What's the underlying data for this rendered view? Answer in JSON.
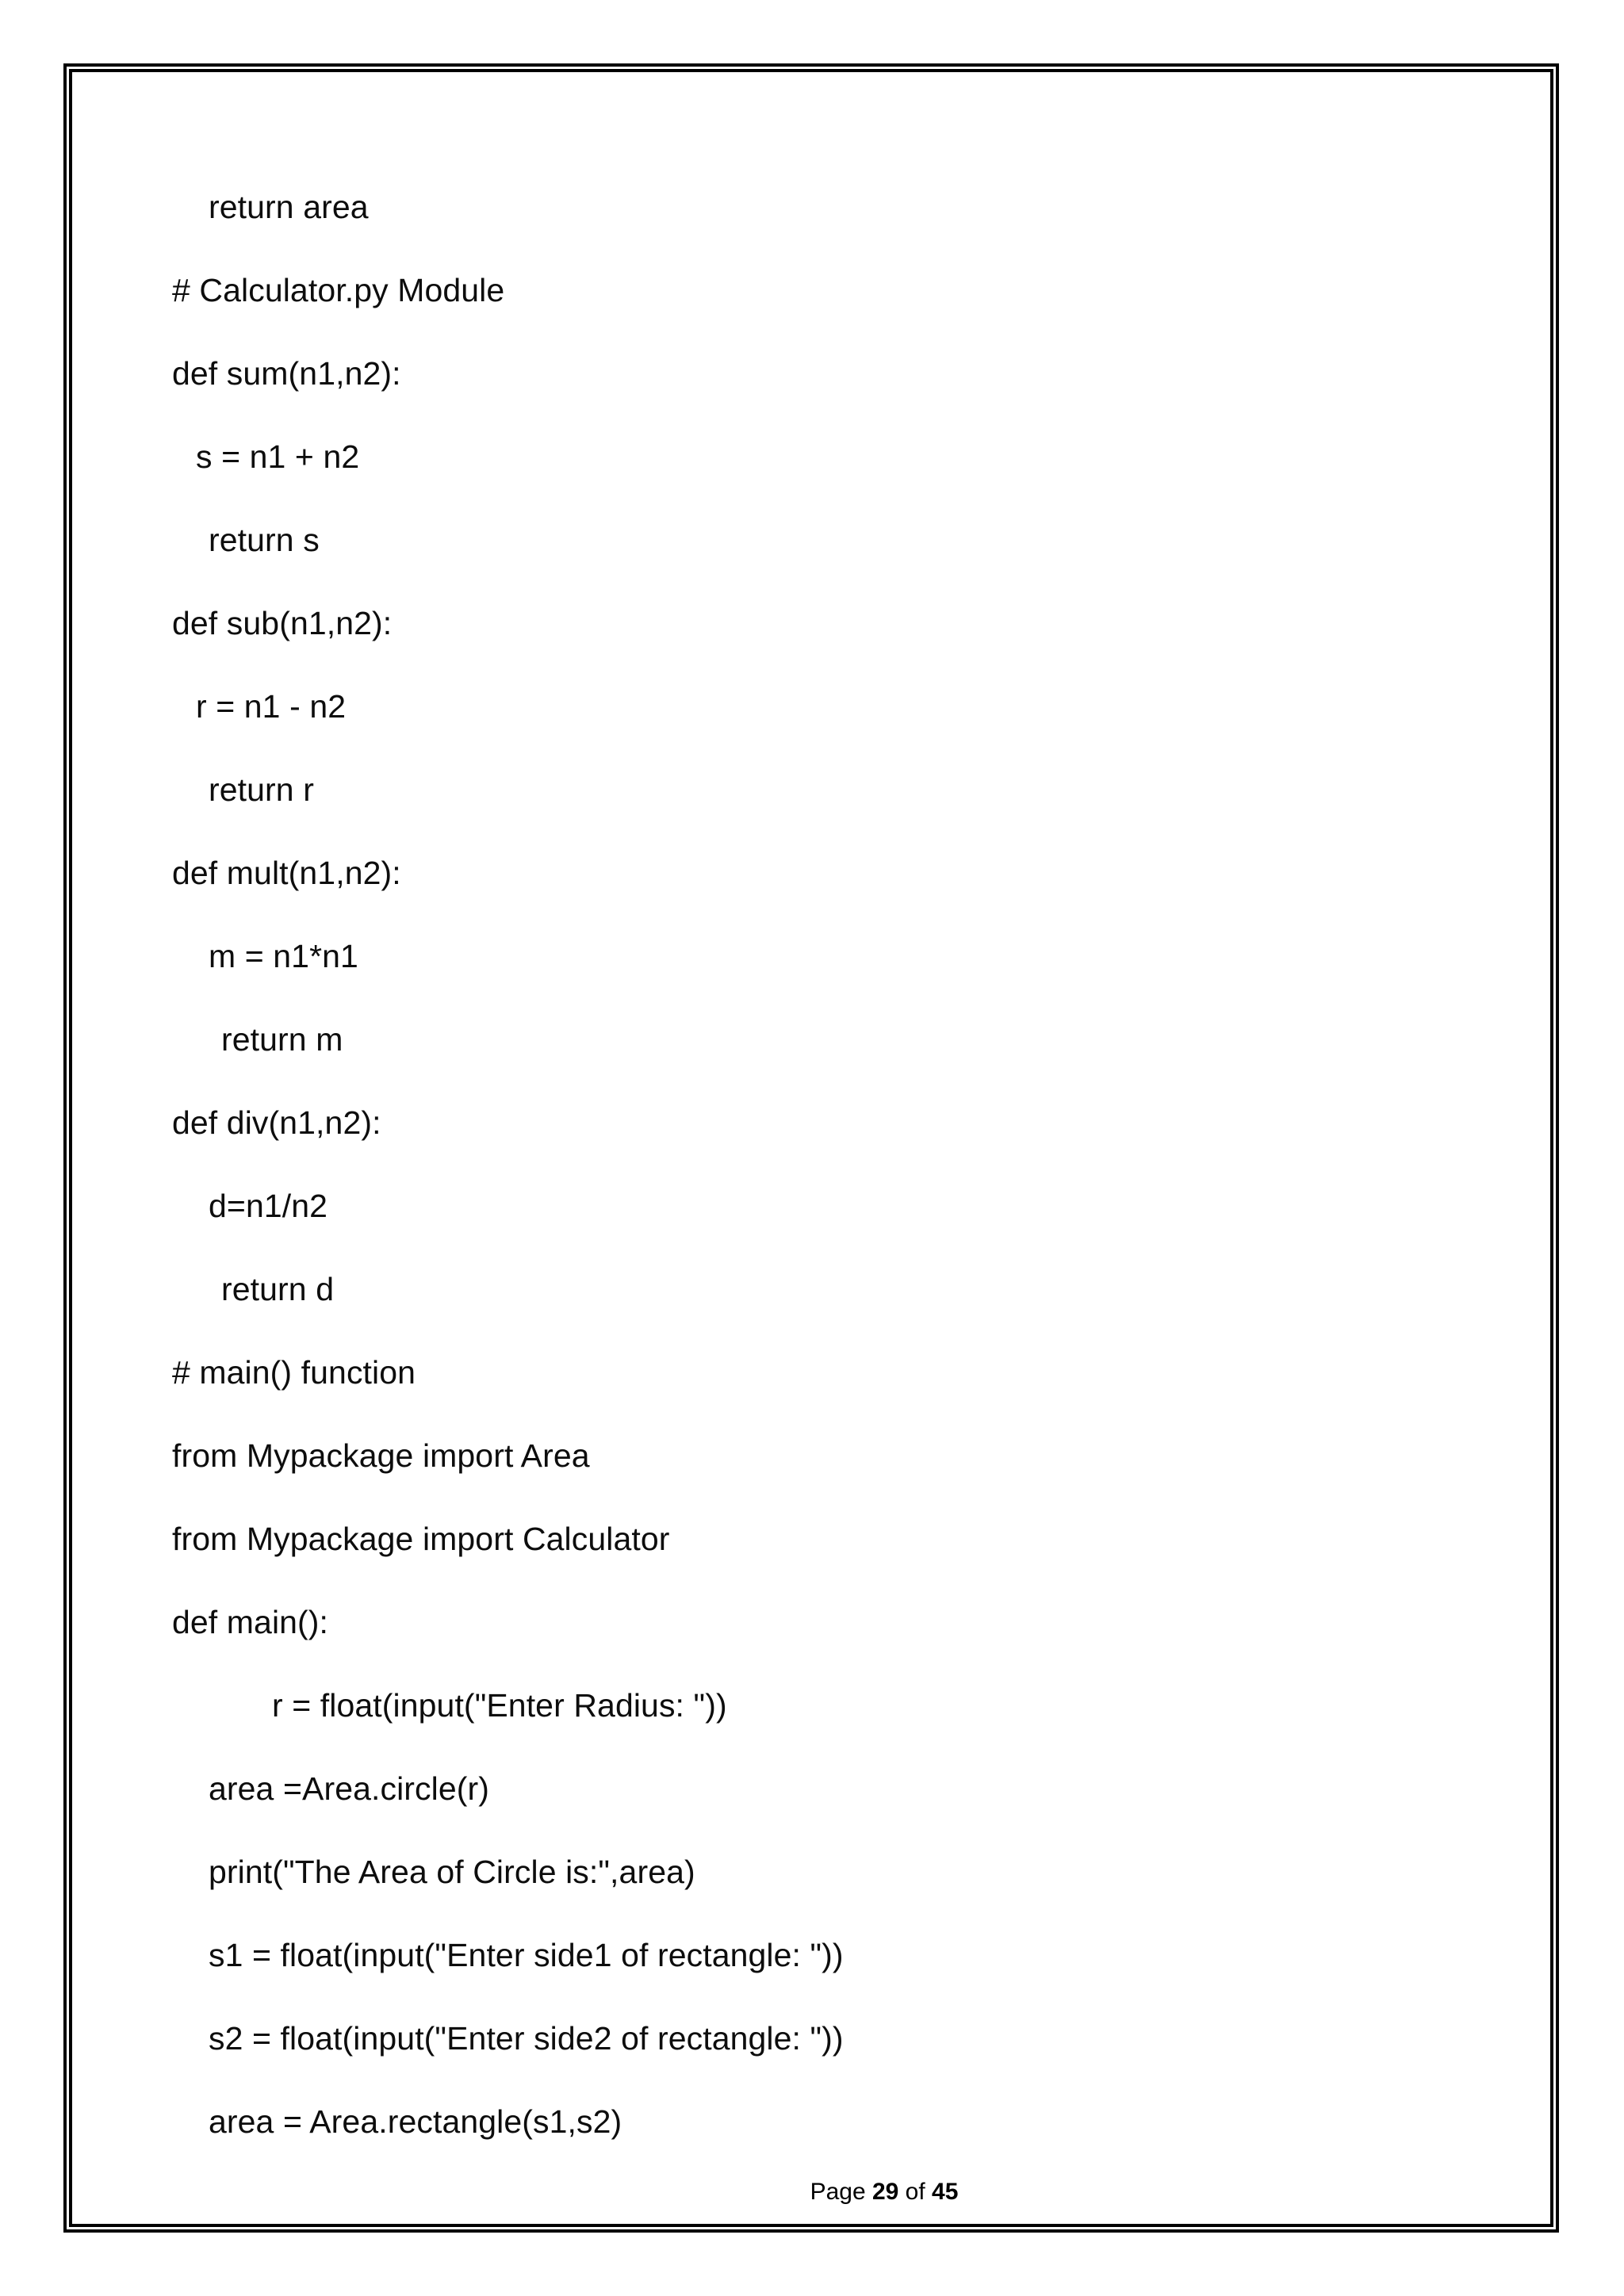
{
  "document": {
    "page_background": "#ffffff",
    "text_color": "#0d0d0d",
    "border_color": "#000000"
  },
  "code": {
    "language_comment_marker": "#",
    "lines": [
      {
        "indent": 2,
        "text": "return area"
      },
      {
        "indent": 0,
        "text": "# Calculator.py Module"
      },
      {
        "indent": 0,
        "text": "def sum(n1,n2):"
      },
      {
        "indent": 1,
        "text": "s = n1 + n2"
      },
      {
        "indent": 2,
        "text": "return s"
      },
      {
        "indent": 0,
        "text": "def sub(n1,n2):"
      },
      {
        "indent": 1,
        "text": "r = n1 - n2"
      },
      {
        "indent": 2,
        "text": "return r"
      },
      {
        "indent": 0,
        "text": "def mult(n1,n2):"
      },
      {
        "indent": 2,
        "text": "m = n1*n1"
      },
      {
        "indent": 3,
        "text": "return m"
      },
      {
        "indent": 0,
        "text": "def div(n1,n2):"
      },
      {
        "indent": 2,
        "text": "d=n1/n2"
      },
      {
        "indent": 3,
        "text": "return d"
      },
      {
        "indent": 0,
        "text": "# main() function"
      },
      {
        "indent": 0,
        "text": "from Mypackage import Area"
      },
      {
        "indent": 0,
        "text": "from Mypackage import Calculator"
      },
      {
        "indent": 0,
        "text": "def main():"
      },
      {
        "indent": 4,
        "text": "r = float(input(\"Enter Radius: \"))"
      },
      {
        "indent": 2,
        "text": "area =Area.circle(r)"
      },
      {
        "indent": 2,
        "text": "print(\"The Area of Circle is:\",area)"
      },
      {
        "indent": 2,
        "text": "s1 = float(input(\"Enter side1 of rectangle: \"))"
      },
      {
        "indent": 2,
        "text": "s2 = float(input(\"Enter side2 of rectangle: \"))"
      },
      {
        "indent": 2,
        "text": "area = Area.rectangle(s1,s2)"
      }
    ]
  },
  "footer": {
    "label_page": "Page ",
    "current_page": "29",
    "label_of": " of ",
    "total_pages": "45"
  }
}
